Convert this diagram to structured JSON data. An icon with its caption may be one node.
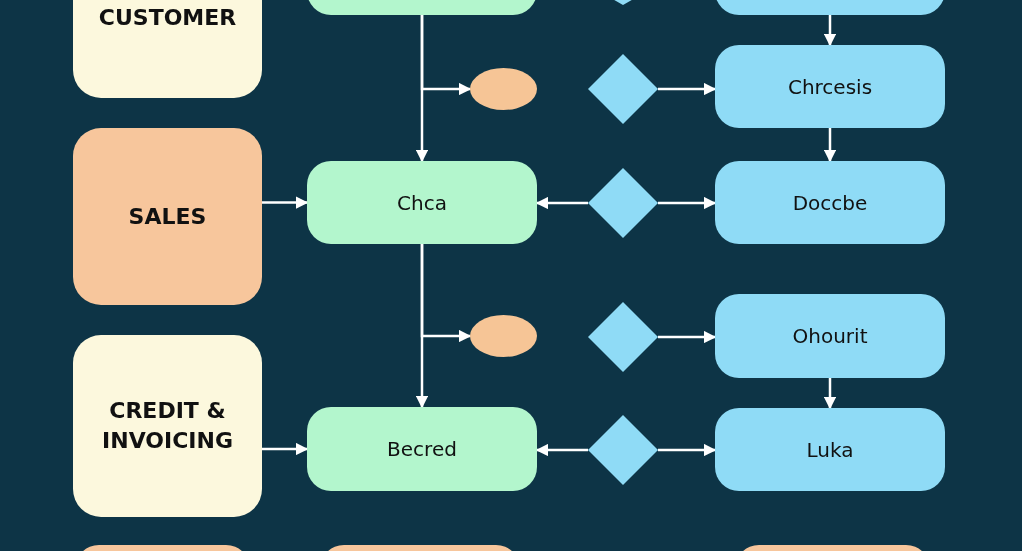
{
  "diagram": {
    "nodes": [
      {
        "text": [
          "CUSTOMER"
        ]
      },
      {
        "text": [],
        "shape": "box"
      },
      {
        "text": [],
        "shape": "diamond"
      },
      {
        "text": [],
        "shape": "box"
      },
      {
        "text": [],
        "shape": "ellipse"
      },
      {
        "text": [],
        "shape": "diamond"
      },
      {
        "text": [
          "Chrcesis"
        ]
      },
      {
        "text": [
          "SALES"
        ]
      },
      {
        "text": [
          "Chca"
        ]
      },
      {
        "text": [],
        "shape": "diamond"
      },
      {
        "text": [
          "Doccbe"
        ]
      },
      {
        "text": [],
        "shape": "ellipse"
      },
      {
        "text": [],
        "shape": "diamond"
      },
      {
        "text": [
          "Ohourit"
        ]
      },
      {
        "text": [
          "CREDIT & INVOICING"
        ]
      },
      {
        "text": [
          "Becred"
        ]
      },
      {
        "text": [],
        "shape": "diamond"
      },
      {
        "text": [
          "Luka"
        ]
      },
      {
        "text": [],
        "shape": "box"
      },
      {
        "text": [],
        "shape": "box"
      },
      {
        "text": [],
        "shape": "box"
      }
    ],
    "edges": [
      {
        "from": 1,
        "to": 8,
        "arrow": "to"
      },
      {
        "from": 1,
        "to": 4,
        "arrow": "to"
      },
      {
        "from": 3,
        "to": 6,
        "arrow": "to"
      },
      {
        "from": 5,
        "to": 6,
        "arrow": "to"
      },
      {
        "from": 7,
        "to": 8,
        "arrow": "to"
      },
      {
        "from": 9,
        "to": 8,
        "arrow": "to"
      },
      {
        "from": 9,
        "to": 10,
        "arrow": "to"
      },
      {
        "from": 6,
        "to": 10,
        "arrow": "to"
      },
      {
        "from": 8,
        "to": 15,
        "arrow": "to"
      },
      {
        "from": 8,
        "to": 11,
        "arrow": "to"
      },
      {
        "from": 12,
        "to": 13,
        "arrow": "to"
      },
      {
        "from": 13,
        "to": 17,
        "arrow": "to"
      },
      {
        "from": 14,
        "to": 15,
        "arrow": "to"
      },
      {
        "from": 16,
        "to": 15,
        "arrow": "to"
      },
      {
        "from": 16,
        "to": 17,
        "arrow": "to"
      }
    ]
  }
}
